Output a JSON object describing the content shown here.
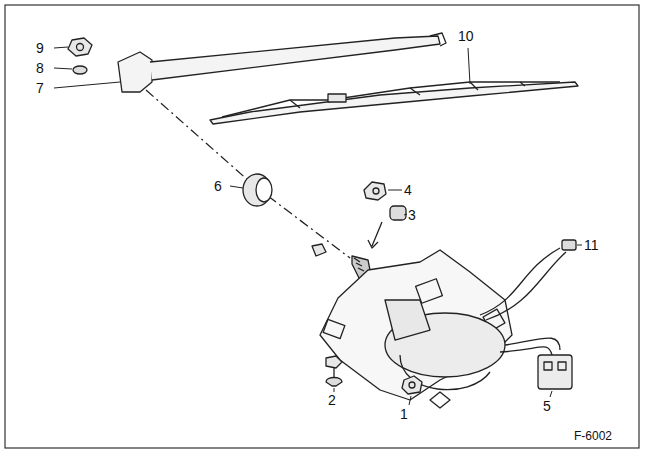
{
  "diagram": {
    "labels": [
      "9",
      "8",
      "7",
      "10",
      "6",
      "4",
      "3",
      "11",
      "2",
      "1",
      "5",
      "F-6002"
    ]
  }
}
